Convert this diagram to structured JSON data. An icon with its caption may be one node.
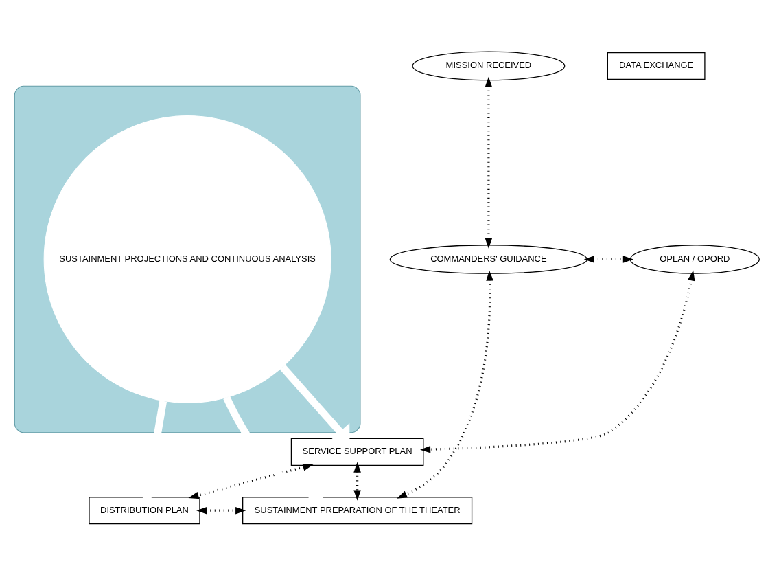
{
  "diagram": {
    "nodes": [
      {
        "text": [
          "MISSION RECEIVED"
        ]
      },
      {
        "text": [
          "COMMANDERS' GUIDANCE"
        ]
      },
      {
        "text": [
          "OPLAN / OPORD"
        ]
      },
      {
        "text": [
          "SERVICE SUPPORT PLAN"
        ]
      },
      {
        "text": [
          "DATA EXCHANGE"
        ]
      },
      {
        "text": [],
        "shape": "triangle"
      },
      {
        "text": [
          "SUSTAINMENT PROJECTIONS AND CONTINUOUS ANALYSIS"
        ],
        "in": 5
      },
      {
        "text": [
          "DISTRIBUTION PLAN"
        ]
      },
      {
        "text": [
          "SUSTAINMENT PREPARATION OF THE THEATER"
        ]
      }
    ],
    "edges": [
      {
        "from": 0,
        "to": 1,
        "arrow": "both",
        "style": "dashed"
      },
      {
        "from": 1,
        "to": 2,
        "arrow": "both",
        "style": "dashed"
      },
      {
        "from": 2,
        "to": 3,
        "arrow": "both",
        "style": "dashed"
      },
      {
        "from": 1,
        "to": 8,
        "arrow": "both",
        "style": "dashed"
      },
      {
        "from": 3,
        "to": 8,
        "arrow": "both",
        "style": "dashed"
      },
      {
        "from": 3,
        "to": 7,
        "arrow": "both",
        "style": "dashed"
      },
      {
        "from": 7,
        "to": 8,
        "arrow": "both",
        "style": "dashed"
      },
      {
        "from": 6,
        "to": 3,
        "arrow": "to",
        "style": "thick",
        "color": "#ffffff"
      },
      {
        "from": 6,
        "to": 7,
        "arrow": "to",
        "style": "thick",
        "color": "#ffffff"
      },
      {
        "from": 6,
        "to": 8,
        "arrow": "to",
        "style": "thick",
        "color": "#ffffff"
      }
    ]
  }
}
